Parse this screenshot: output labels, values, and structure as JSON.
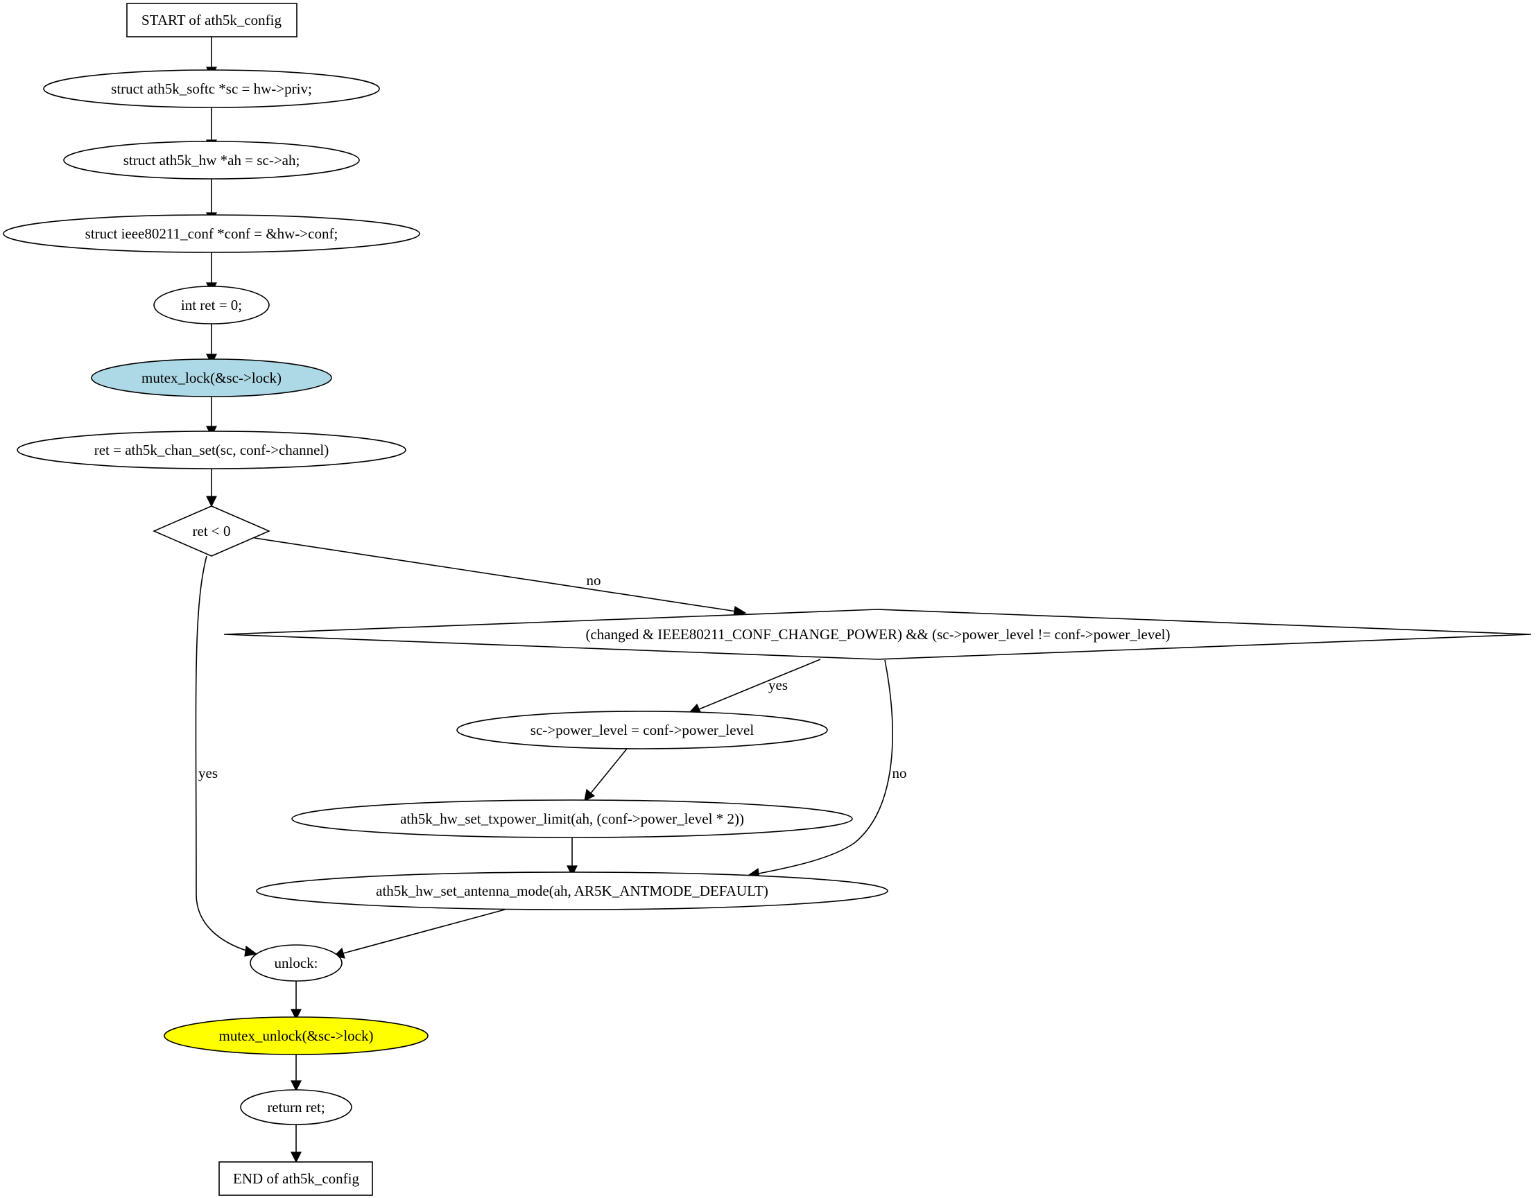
{
  "nodes": {
    "start": {
      "label": "START of ath5k_config",
      "fill": "#ffffff"
    },
    "sc": {
      "label": "struct ath5k_softc *sc = hw->priv;",
      "fill": "#ffffff"
    },
    "ah": {
      "label": "struct ath5k_hw *ah = sc->ah;",
      "fill": "#ffffff"
    },
    "conf": {
      "label": "struct ieee80211_conf *conf = &hw->conf;",
      "fill": "#ffffff"
    },
    "ret0": {
      "label": "int ret = 0;",
      "fill": "#ffffff"
    },
    "lock": {
      "label": "mutex_lock(&sc->lock)",
      "fill": "#add8e6"
    },
    "chanset": {
      "label": "ret = ath5k_chan_set(sc, conf->channel)",
      "fill": "#ffffff"
    },
    "cond1": {
      "label": "ret < 0",
      "fill": "#ffffff"
    },
    "cond2": {
      "label": "(changed & IEEE80211_CONF_CHANGE_POWER) && (sc->power_level != conf->power_level)",
      "fill": "#ffffff"
    },
    "power": {
      "label": "sc->power_level = conf->power_level",
      "fill": "#ffffff"
    },
    "txpower": {
      "label": "ath5k_hw_set_txpower_limit(ah, (conf->power_level * 2))",
      "fill": "#ffffff"
    },
    "antenna": {
      "label": "ath5k_hw_set_antenna_mode(ah, AR5K_ANTMODE_DEFAULT)",
      "fill": "#ffffff"
    },
    "unlockLabel": {
      "label": "unlock:",
      "fill": "#ffffff"
    },
    "unlock": {
      "label": "mutex_unlock(&sc->lock)",
      "fill": "#ffff00"
    },
    "ret": {
      "label": "return ret;",
      "fill": "#ffffff"
    },
    "end": {
      "label": "END of ath5k_config",
      "fill": "#ffffff"
    }
  },
  "edges": {
    "cond1_no": "no",
    "cond1_yes": "yes",
    "cond2_yes": "yes",
    "cond2_no": "no"
  }
}
